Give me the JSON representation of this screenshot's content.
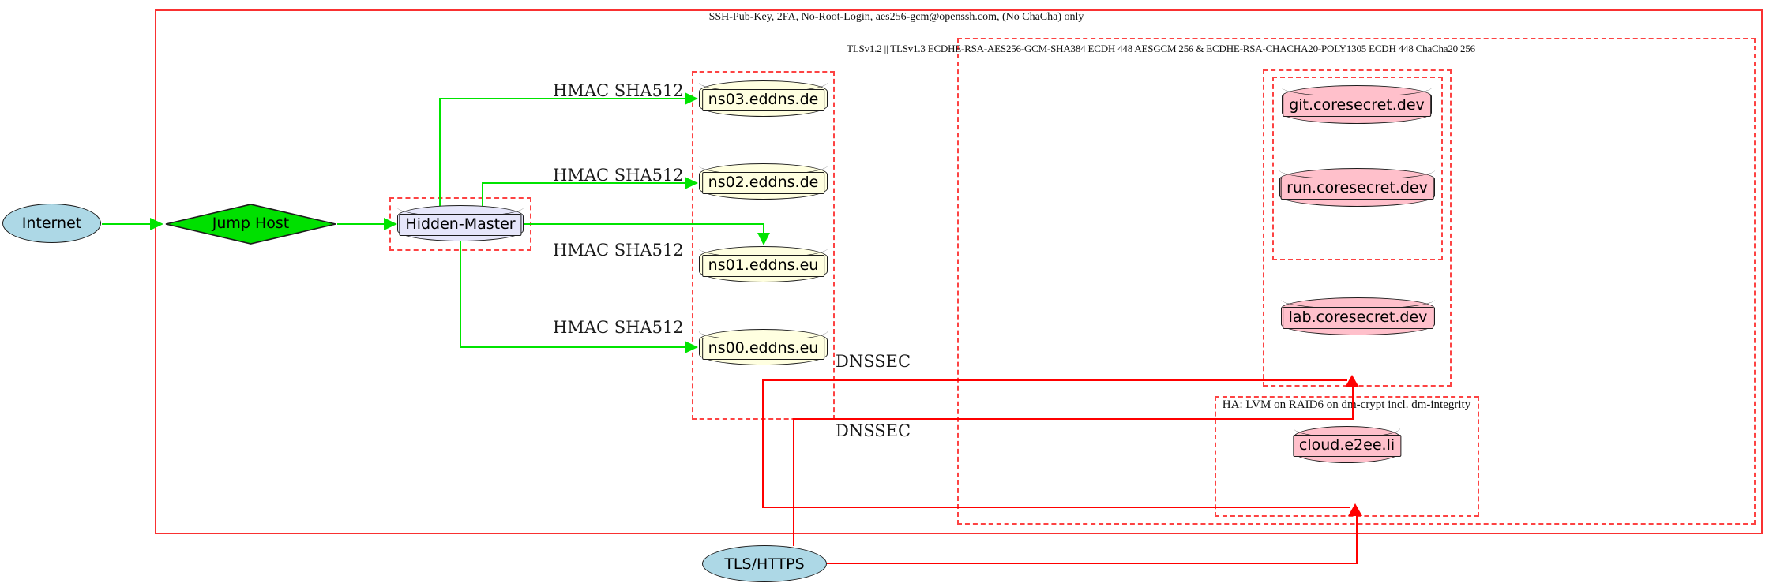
{
  "clusters": {
    "ssh_label": "SSH-Pub-Key, 2FA, No-Root-Login, aes256-gcm@openssh.com, (No ChaCha) only",
    "tls_label": "TLSv1.2 || TLSv1.3 ECDHE-RSA-AES256-GCM-SHA384 ECDH 448 AESGCM 256 & ECDHE-RSA-CHACHA20-POLY1305 ECDH 448 ChaCha20 256",
    "ha_label": "HA: LVM on RAID6 on dm-crypt incl. dm-integrity"
  },
  "nodes": {
    "internet": "Internet",
    "jump_host": "Jump Host",
    "hidden_master": "Hidden-Master",
    "ns03": "ns03.eddns.de",
    "ns02": "ns02.eddns.de",
    "ns01": "ns01.eddns.eu",
    "ns00": "ns00.eddns.eu",
    "git": "git.coresecret.dev",
    "run": "run.coresecret.dev",
    "lab": "lab.coresecret.dev",
    "cloud": "cloud.e2ee.li",
    "tls_https": "TLS/HTTPS"
  },
  "edge_labels": {
    "hmac_ns03": "HMAC SHA512",
    "hmac_ns02": "HMAC SHA512",
    "hmac_ns01": "HMAC SHA512",
    "hmac_ns00": "HMAC SHA512",
    "dnssec_1": "DNSSEC",
    "dnssec_2": "DNSSEC"
  },
  "edges": [
    {
      "from": "Internet",
      "to": "Jump Host",
      "color": "green"
    },
    {
      "from": "Jump Host",
      "to": "Hidden-Master",
      "color": "green"
    },
    {
      "from": "Hidden-Master",
      "to": "ns03.eddns.de",
      "label": "HMAC SHA512",
      "color": "green"
    },
    {
      "from": "Hidden-Master",
      "to": "ns02.eddns.de",
      "label": "HMAC SHA512",
      "color": "green"
    },
    {
      "from": "Hidden-Master",
      "to": "ns01.eddns.eu",
      "label": "HMAC SHA512",
      "color": "green"
    },
    {
      "from": "Hidden-Master",
      "to": "ns00.eddns.eu",
      "label": "HMAC SHA512",
      "color": "green"
    },
    {
      "from": "ns00.eddns.eu",
      "to": "coresecret-cluster",
      "label": "DNSSEC",
      "color": "red"
    },
    {
      "from": "ns00.eddns.eu",
      "to": "ha-cluster",
      "label": "DNSSEC",
      "color": "red"
    },
    {
      "from": "TLS/HTTPS",
      "to": "coresecret-cluster",
      "color": "red"
    },
    {
      "from": "TLS/HTTPS",
      "to": "ha-cluster",
      "color": "red"
    }
  ],
  "colors": {
    "cluster_border_dashed": "#fd4343",
    "cluster_border_solid": "#f93131",
    "edge_green": "#00e400",
    "edge_red": "#ff0000",
    "fill_internet": "#add8e6",
    "fill_jump_host": "#00e000",
    "fill_hidden_master": "#e6e6fa",
    "fill_nameserver": "#ffffe0",
    "fill_service": "#ffc0cb"
  }
}
